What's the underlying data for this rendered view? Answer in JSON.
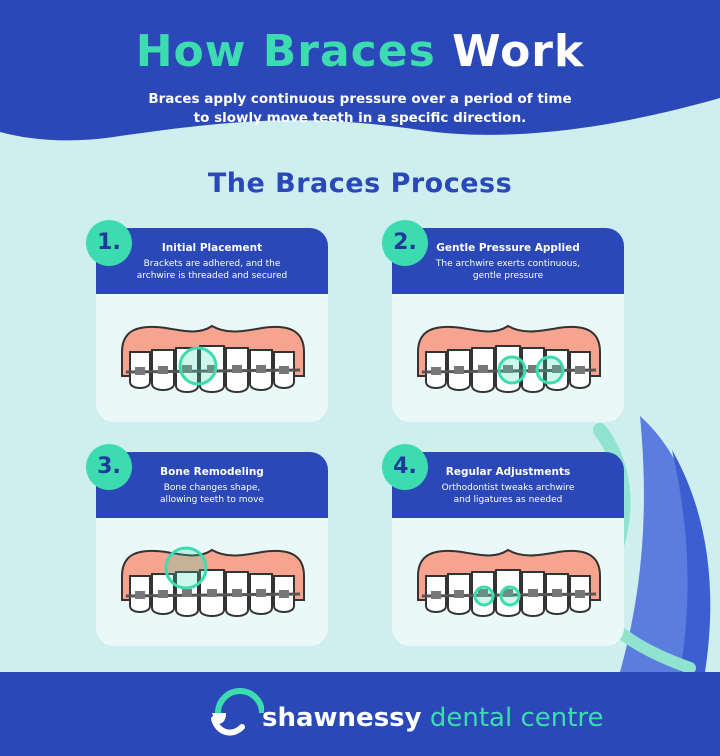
{
  "header": {
    "title_part1": "How Braces",
    "title_part2": "Work",
    "subtitle_line1": "Braces apply continuous pressure over a period of time",
    "subtitle_line2": "to slowly move teeth in a specific direction."
  },
  "section_title": "The Braces Process",
  "steps": [
    {
      "number": "1.",
      "title": "Initial Placement",
      "desc_line1": "Brackets are adhered, and the",
      "desc_line2": "archwire is threaded and secured"
    },
    {
      "number": "2.",
      "title": "Gentle Pressure Applied",
      "desc_line1": "The archwire exerts continuous,",
      "desc_line2": "gentle pressure"
    },
    {
      "number": "3.",
      "title": "Bone Remodeling",
      "desc_line1": "Bone changes shape,",
      "desc_line2": "allowing teeth to move"
    },
    {
      "number": "4.",
      "title": "Regular Adjustments",
      "desc_line1": "Orthodontist tweaks archwire",
      "desc_line2": "and ligatures as needed"
    }
  ],
  "footer": {
    "brand_word1": "shawnessy",
    "brand_word2": "dental centre"
  },
  "colors": {
    "navy": "#2a48b8",
    "mint": "#3ddcb0",
    "background": "#cfeef0",
    "gum": "#f6a48f"
  }
}
